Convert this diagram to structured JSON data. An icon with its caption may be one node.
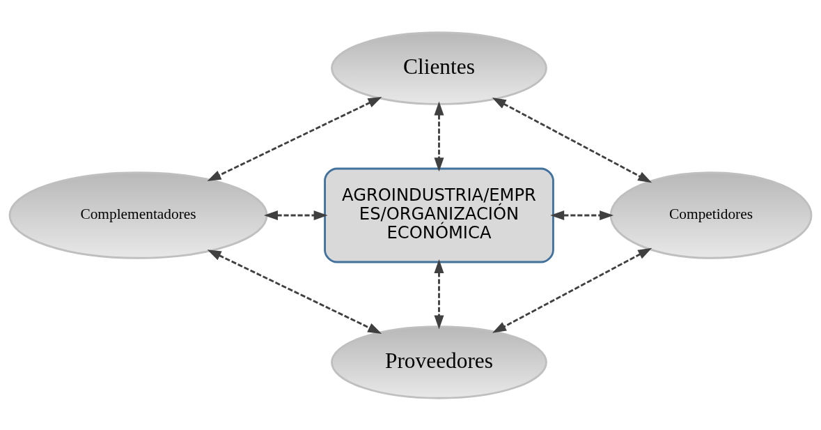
{
  "diagram": {
    "nodes": [
      {
        "text": [
          "Clientes"
        ]
      },
      {
        "text": [
          "Complementadores"
        ]
      },
      {
        "text": [
          "AGROINDUSTRIA/EMPRES/ORGANIZACIÓN ECONÓMICA"
        ]
      },
      {
        "text": [
          "Competidores"
        ]
      },
      {
        "text": [
          "Proveedores"
        ]
      }
    ],
    "edges": [
      {
        "from": 0,
        "to": 1,
        "arrow": "both",
        "style": "dashed"
      },
      {
        "from": 0,
        "to": 3,
        "arrow": "both",
        "style": "dashed"
      },
      {
        "from": 0,
        "to": 2,
        "arrow": "both",
        "style": "dashed"
      },
      {
        "from": 1,
        "to": 2,
        "arrow": "both",
        "style": "dashed"
      },
      {
        "from": 2,
        "to": 3,
        "arrow": "both",
        "style": "dashed"
      },
      {
        "from": 2,
        "to": 4,
        "arrow": "both",
        "style": "dashed"
      },
      {
        "from": 1,
        "to": 4,
        "arrow": "both",
        "style": "dashed"
      },
      {
        "from": 3,
        "to": 4,
        "arrow": "both",
        "style": "dashed"
      }
    ]
  }
}
